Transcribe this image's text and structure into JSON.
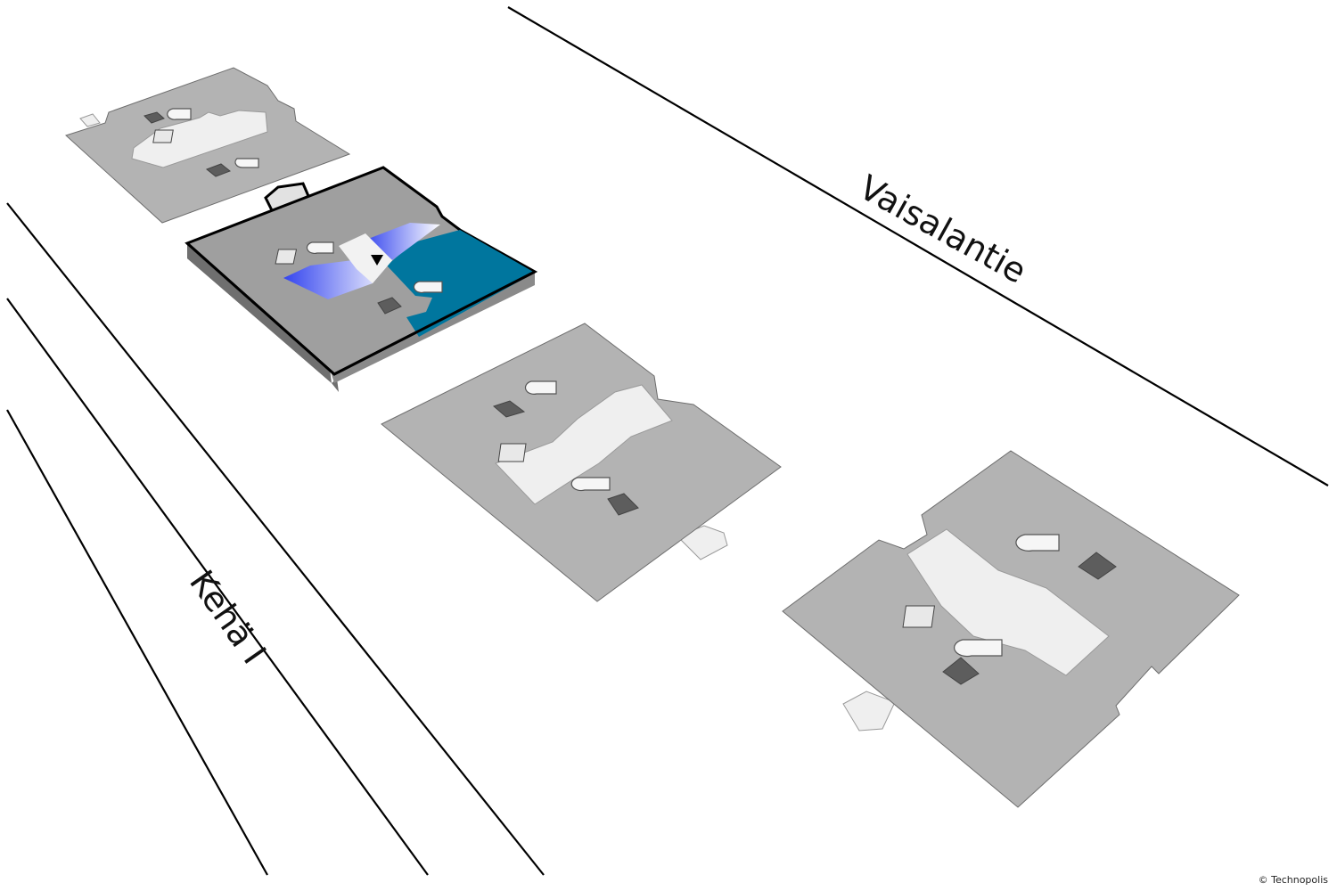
{
  "roads": {
    "vaisalantie": {
      "label": "Vaisalantie"
    },
    "keha1": {
      "label": "Kehä I"
    }
  },
  "buildings": [
    {
      "id": "building-1",
      "highlighted": false
    },
    {
      "id": "building-2",
      "highlighted": true
    },
    {
      "id": "building-3",
      "highlighted": false
    },
    {
      "id": "building-4",
      "highlighted": false
    }
  ],
  "highlight": {
    "accent_color": "#00769e",
    "gradient_color": "#3344ee",
    "marker_icon": "location-arrow-icon"
  },
  "copyright": "© Technopolis"
}
